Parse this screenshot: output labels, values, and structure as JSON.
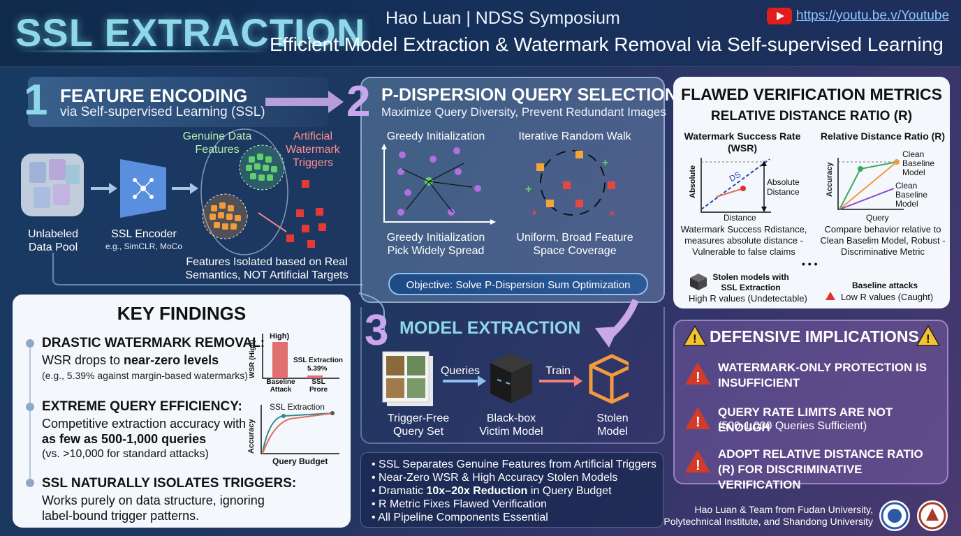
{
  "header": {
    "title": "SSL EXTRACTION",
    "author": "Hao Luan | NDSS Symposium",
    "subtitle": "Efficient Model Extraction & Watermark Removal via Self-supervised Learning",
    "link": "https://youtu.be.v/Youtube"
  },
  "section1": {
    "num": "1",
    "title": "FEATURE ENCODING",
    "subtitle": "via Self-supervised Learning (SSL)",
    "genuine": "Genuine Data Features",
    "artificial": "Artificial Watermark Triggers",
    "data_pool": "Unlabeled Data Pool",
    "encoder": "SSL Encoder",
    "encoder_eg": "e.g., SimCLR, MoCo",
    "caption": "Features Isolated based on Real Semantics, NOT Artificial Targets"
  },
  "section2": {
    "num": "2",
    "title": "P-DISPERSION QUERY SELECTION",
    "subtitle": "Maximize Query Diversity, Prevent Redundant Images",
    "greedy_title": "Greedy Initialization",
    "walk_title": "Iterative Random Walk",
    "greedy_cap1": "Greedy Initialization",
    "greedy_cap2": "Pick Widely Spread",
    "walk_cap1": "Uniform, Broad Feature",
    "walk_cap2": "Space Coverage",
    "objective": "Objective: Solve P-Dispersion Sum Optimization"
  },
  "section3": {
    "num": "3",
    "title": "MODEL EXTRACTION",
    "queries": "Queries",
    "train": "Train",
    "query_set": "Trigger-Free Query Set",
    "victim": "Black-box Victim Model",
    "stolen": "Stolen Model"
  },
  "flawed": {
    "title": "FLAWED VERIFICATION METRICS",
    "subtitle": "RELATIVE DISTANCE RATIO (R)",
    "wsr_title": "Watermark Success Rate (WSR)",
    "r_title": "Relative Distance Ratio (R)",
    "wsr_ylabel": "Absolute",
    "wsr_xlabel": "Distance",
    "wsr_ds": "DS",
    "wsr_abs": "Absolute Distance",
    "r_ylabel": "Accuracy",
    "r_xlabel": "Query",
    "r_clean1": "Clean Baseline Model",
    "r_clean2": "Clean Baseline Model",
    "wsr_desc": "Watermark Success Rdistance, measures absolute distance - Vulnerable to false claims",
    "r_desc": "Compare behavior relative to Clean Baselim Model, Robust - Discriminative Metric",
    "ellipsis": "• • •",
    "stolen_label": "Stolen models with SSL Extraction",
    "stolen_r": "High R values (Undetectable)",
    "baseline_label": "Baseline attacks",
    "baseline_r": "Low R values (Caught)"
  },
  "defensive": {
    "title": "DEFENSIVE IMPLICATIONS",
    "items": [
      {
        "text": "WATERMARK-ONLY PROTECTION IS INSUFFICIENT"
      },
      {
        "text": "QUERY RATE LIMITS ARE NOT ENOUGH",
        "sub": "(500-1,000 Queries Sufficient)"
      },
      {
        "text": "ADOPT RELATIVE DISTANCE RATIO (R) FOR DISCRIMINATIVE VERIFICATION"
      }
    ]
  },
  "findings": {
    "title": "KEY FINDINGS",
    "f1_title": "DRASTIC WATERMARK REMOVAL:",
    "f1_text_a": "WSR drops to ",
    "f1_text_b": "near-zero levels",
    "f1_small": "(e.g., 5.39% against margin-based watermarks)",
    "f2_title": "EXTREME QUERY EFFICIENCY:",
    "f2_text_a": "Competitive extraction accuracy with",
    "f2_text_b": "as few as 500-1,000 queries",
    "f2_small": "(vs. >10,000 for standard attacks)",
    "f3_title": "SSL NATURALLY ISOLATES TRIGGERS:",
    "f3_text": "Works purely on data structure, ignoring label-bound trigger patterns.",
    "bar_ylabel": "WSR (High)",
    "bar_high": "High)",
    "bar_ssl": "SSL Extraction",
    "bar_pct": "5.39%",
    "bar_x1": "Baseline Attack",
    "bar_x2": "SSL Prore",
    "line_title": "SSL Extraction",
    "line_ylabel": "Accuracy",
    "line_xlabel": "Query Budget"
  },
  "summary": {
    "items": [
      {
        "a": "SSL Separates Genuine Features from Artificial Triggers"
      },
      {
        "a": "Near-Zero WSR & High Accuracy Stolen Models"
      },
      {
        "a": "Dramatic ",
        "b": "10x–20x Reduction",
        "c": " in Query Budget"
      },
      {
        "a": "R Metric Fixes Flawed Verification"
      },
      {
        "a": "All Pipeline Components Essential"
      }
    ]
  },
  "footer": {
    "credit1": "Hao Luan & Team from Fudan University,",
    "credit2": "Polytechnical Institute, and Shandong University"
  },
  "chart_data": [
    {
      "type": "bar",
      "categories": [
        "Baseline Attack",
        "SSL Prore"
      ],
      "values": [
        null,
        5.39
      ],
      "ylabel": "WSR (High)"
    }
  ]
}
